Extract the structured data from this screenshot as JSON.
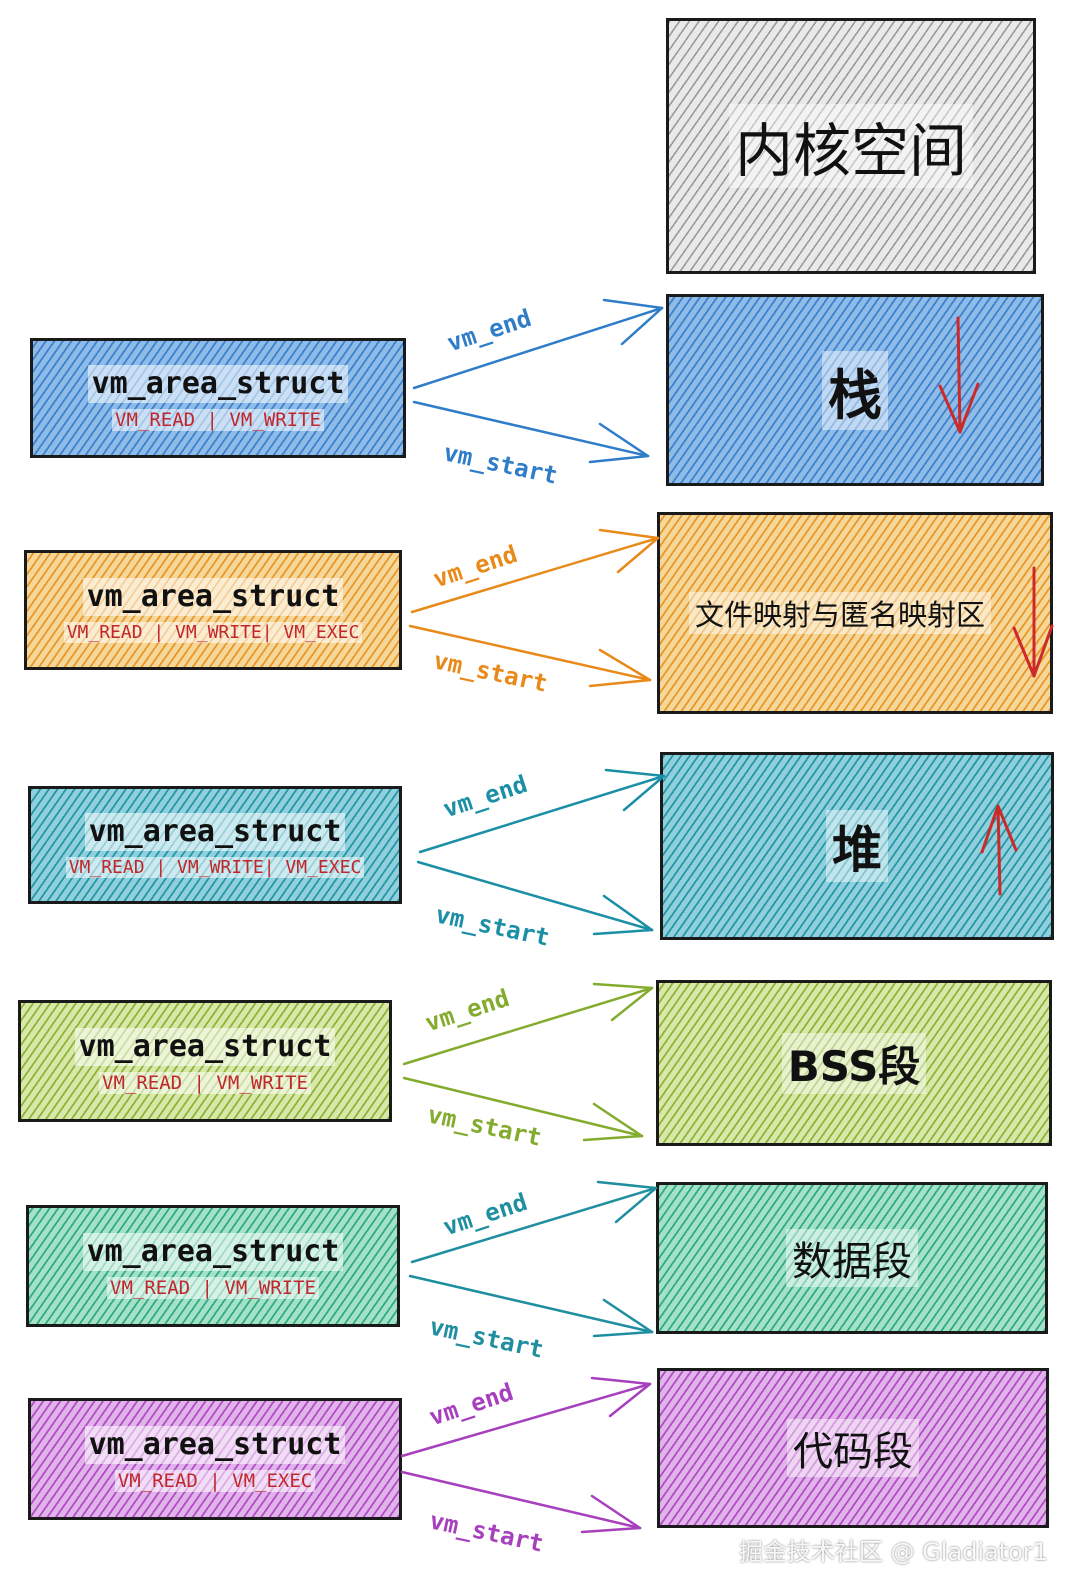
{
  "segments": {
    "kernel": {
      "label": "内核空间",
      "color": "#555555"
    },
    "stack": {
      "label": "栈",
      "color": "#2f7dc8"
    },
    "mmap": {
      "label": "文件映射与匿名映射区",
      "color": "#e88a1a"
    },
    "heap": {
      "label": "堆",
      "color": "#1a8fa5"
    },
    "bss": {
      "label": "BSS段",
      "color": "#83ac2e"
    },
    "data": {
      "label": "数据段",
      "color": "#1f9f7a"
    },
    "text": {
      "label": "代码段",
      "color": "#a640bd"
    }
  },
  "structs": [
    {
      "title": "vm_area_struct",
      "flags": "VM_READ | VM_WRITE"
    },
    {
      "title": "vm_area_struct",
      "flags": "VM_READ | VM_WRITE| VM_EXEC"
    },
    {
      "title": "vm_area_struct",
      "flags": "VM_READ | VM_WRITE| VM_EXEC"
    },
    {
      "title": "vm_area_struct",
      "flags": "VM_READ | VM_WRITE"
    },
    {
      "title": "vm_area_struct",
      "flags": "VM_READ | VM_WRITE"
    },
    {
      "title": "vm_area_struct",
      "flags": "VM_READ | VM_EXEC"
    }
  ],
  "labels": {
    "end": "vm_end",
    "start": "vm_start"
  },
  "colors": {
    "stack_arrow": "#2f7dc8",
    "mmap_arrow": "#e88a1a",
    "heap_arrow": "#1a8fa5",
    "bss_arrow": "#83ac2e",
    "data_arrow": "#1f8fa0",
    "text_arrow": "#a640bd",
    "growth_arrow": "#cc2a2a"
  },
  "watermark": "掘金技术社区 @ Gladiator1"
}
